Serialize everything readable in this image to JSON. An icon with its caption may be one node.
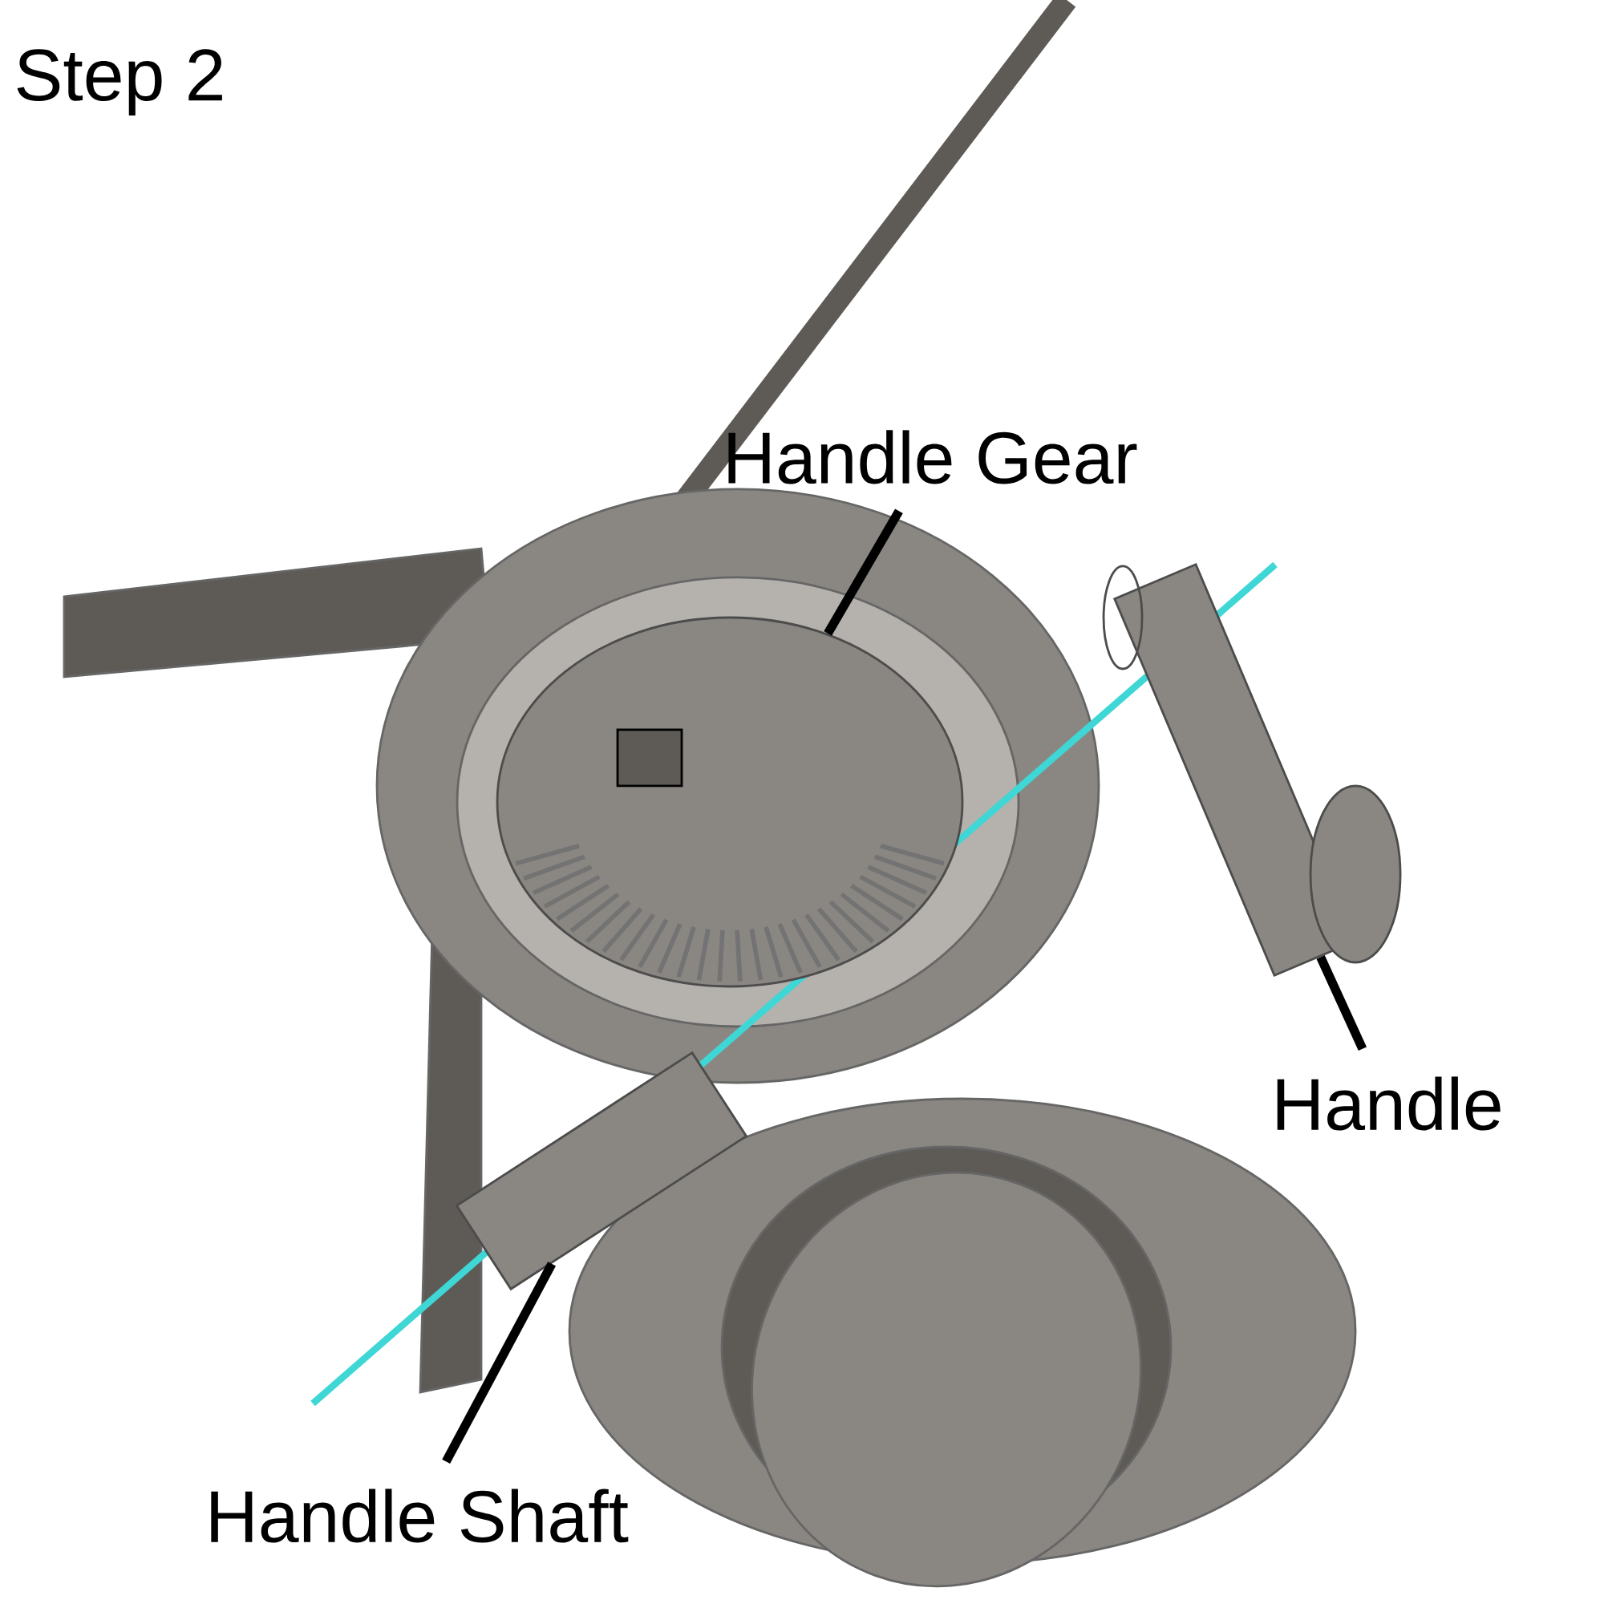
{
  "diagram": {
    "title": "Step 2",
    "nodes": [
      {
        "text": [
          "Handle Gear"
        ]
      },
      {
        "text": [
          "Handle"
        ]
      },
      {
        "text": [
          "Handle Shaft"
        ]
      },
      {
        "text": [],
        "shape": "circle"
      },
      {
        "text": [],
        "shape": "box"
      },
      {
        "text": [],
        "shape": "box"
      }
    ],
    "edges": [
      {
        "from": 0,
        "to": 3,
        "arrow": "none"
      },
      {
        "from": 1,
        "to": 4,
        "arrow": "none"
      },
      {
        "from": 2,
        "to": 5,
        "arrow": "none"
      }
    ]
  }
}
